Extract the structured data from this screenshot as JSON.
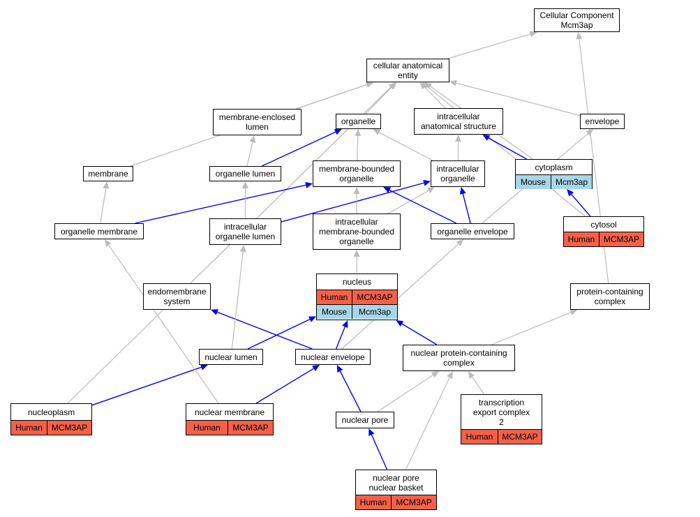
{
  "diagram": {
    "colors": {
      "is_a_edge": "#bbbbbb",
      "part_of_edge": "#0000ee",
      "human_cell": "#f4614a",
      "mouse_cell": "#a8d6e6",
      "node_border": "#000000"
    },
    "nodes": {
      "cc_root": {
        "label": "Cellular Component\nMcm3ap"
      },
      "cae": {
        "label": "cellular anatomical\nentity"
      },
      "mel": {
        "label": "membrane-enclosed\nlumen"
      },
      "organelle": {
        "label": "organelle"
      },
      "ias": {
        "label": "intracellular\nanatomical structure"
      },
      "envelope": {
        "label": "envelope"
      },
      "membrane": {
        "label": "membrane"
      },
      "olumen": {
        "label": "organelle lumen"
      },
      "mbo": {
        "label": "membrane-bounded\norganelle"
      },
      "io": {
        "label": "intracellular\norganelle"
      },
      "cytoplasm": {
        "label": "cytoplasm",
        "annotations": [
          {
            "species": "Mouse",
            "gene": "Mcm3ap"
          }
        ]
      },
      "omem": {
        "label": "organelle membrane"
      },
      "iol": {
        "label": "intracellular\norganelle lumen"
      },
      "imbo": {
        "label": "intracellular\nmembrane-bounded\norganelle"
      },
      "oenv": {
        "label": "organelle envelope"
      },
      "cytosol": {
        "label": "cytosol",
        "annotations": [
          {
            "species": "Human",
            "gene": "MCM3AP"
          }
        ]
      },
      "nucleus": {
        "label": "nucleus",
        "annotations": [
          {
            "species": "Human",
            "gene": "MCM3AP"
          },
          {
            "species": "Mouse",
            "gene": "Mcm3ap"
          }
        ]
      },
      "endo": {
        "label": "endomembrane\nsystem"
      },
      "pcc": {
        "label": "protein-containing\ncomplex"
      },
      "nlumen": {
        "label": "nuclear lumen"
      },
      "nenv": {
        "label": "nuclear envelope"
      },
      "npcc": {
        "label": "nuclear protein-containing\ncomplex"
      },
      "nucleoplasm": {
        "label": "nucleoplasm",
        "annotations": [
          {
            "species": "Human",
            "gene": "MCM3AP"
          }
        ]
      },
      "nmem": {
        "label": "nuclear membrane",
        "annotations": [
          {
            "species": "Human",
            "gene": "MCM3AP"
          }
        ]
      },
      "npore": {
        "label": "nuclear pore"
      },
      "trex2": {
        "label": "transcription\nexport complex\n2",
        "annotations": [
          {
            "species": "Human",
            "gene": "MCM3AP"
          }
        ]
      },
      "npnb": {
        "label": "nuclear pore\nnuclear basket",
        "annotations": [
          {
            "species": "Human",
            "gene": "MCM3AP"
          }
        ]
      }
    },
    "edges": [
      {
        "from": "cae",
        "to": "cc_root",
        "type": "is_a"
      },
      {
        "from": "pcc",
        "to": "cc_root",
        "type": "is_a"
      },
      {
        "from": "mel",
        "to": "cae",
        "type": "is_a"
      },
      {
        "from": "organelle",
        "to": "cae",
        "type": "is_a"
      },
      {
        "from": "ias",
        "to": "cae",
        "type": "is_a"
      },
      {
        "from": "envelope",
        "to": "cae",
        "type": "is_a"
      },
      {
        "from": "membrane",
        "to": "cae",
        "type": "is_a"
      },
      {
        "from": "cytoplasm",
        "to": "cae",
        "type": "is_a"
      },
      {
        "from": "cytosol",
        "to": "cae",
        "type": "is_a"
      },
      {
        "from": "endo",
        "to": "cae",
        "type": "is_a"
      },
      {
        "from": "nucleoplasm",
        "to": "cae",
        "type": "is_a"
      },
      {
        "from": "olumen",
        "to": "mel",
        "type": "is_a"
      },
      {
        "from": "olumen",
        "to": "organelle",
        "type": "part_of"
      },
      {
        "from": "mbo",
        "to": "organelle",
        "type": "is_a"
      },
      {
        "from": "io",
        "to": "organelle",
        "type": "is_a"
      },
      {
        "from": "io",
        "to": "ias",
        "type": "is_a"
      },
      {
        "from": "cytoplasm",
        "to": "ias",
        "type": "part_of"
      },
      {
        "from": "omem",
        "to": "membrane",
        "type": "is_a"
      },
      {
        "from": "omem",
        "to": "mbo",
        "type": "part_of"
      },
      {
        "from": "iol",
        "to": "olumen",
        "type": "is_a"
      },
      {
        "from": "iol",
        "to": "io",
        "type": "part_of"
      },
      {
        "from": "imbo",
        "to": "mbo",
        "type": "is_a"
      },
      {
        "from": "imbo",
        "to": "io",
        "type": "is_a"
      },
      {
        "from": "oenv",
        "to": "mbo",
        "type": "part_of"
      },
      {
        "from": "oenv",
        "to": "io",
        "type": "part_of"
      },
      {
        "from": "oenv",
        "to": "envelope",
        "type": "is_a"
      },
      {
        "from": "cytosol",
        "to": "cytoplasm",
        "type": "part_of"
      },
      {
        "from": "nucleus",
        "to": "imbo",
        "type": "is_a"
      },
      {
        "from": "nenv",
        "to": "endo",
        "type": "part_of"
      },
      {
        "from": "nenv",
        "to": "oenv",
        "type": "is_a"
      },
      {
        "from": "nenv",
        "to": "nucleus",
        "type": "part_of"
      },
      {
        "from": "nlumen",
        "to": "iol",
        "type": "is_a"
      },
      {
        "from": "nlumen",
        "to": "nucleus",
        "type": "part_of"
      },
      {
        "from": "npcc",
        "to": "nucleus",
        "type": "part_of"
      },
      {
        "from": "npcc",
        "to": "pcc",
        "type": "is_a"
      },
      {
        "from": "nucleoplasm",
        "to": "nlumen",
        "type": "part_of"
      },
      {
        "from": "nmem",
        "to": "omem",
        "type": "is_a"
      },
      {
        "from": "nmem",
        "to": "nenv",
        "type": "part_of"
      },
      {
        "from": "npore",
        "to": "nenv",
        "type": "part_of"
      },
      {
        "from": "npore",
        "to": "npcc",
        "type": "is_a"
      },
      {
        "from": "trex2",
        "to": "npcc",
        "type": "is_a"
      },
      {
        "from": "npnb",
        "to": "npore",
        "type": "part_of"
      },
      {
        "from": "npnb",
        "to": "npcc",
        "type": "is_a"
      }
    ]
  }
}
